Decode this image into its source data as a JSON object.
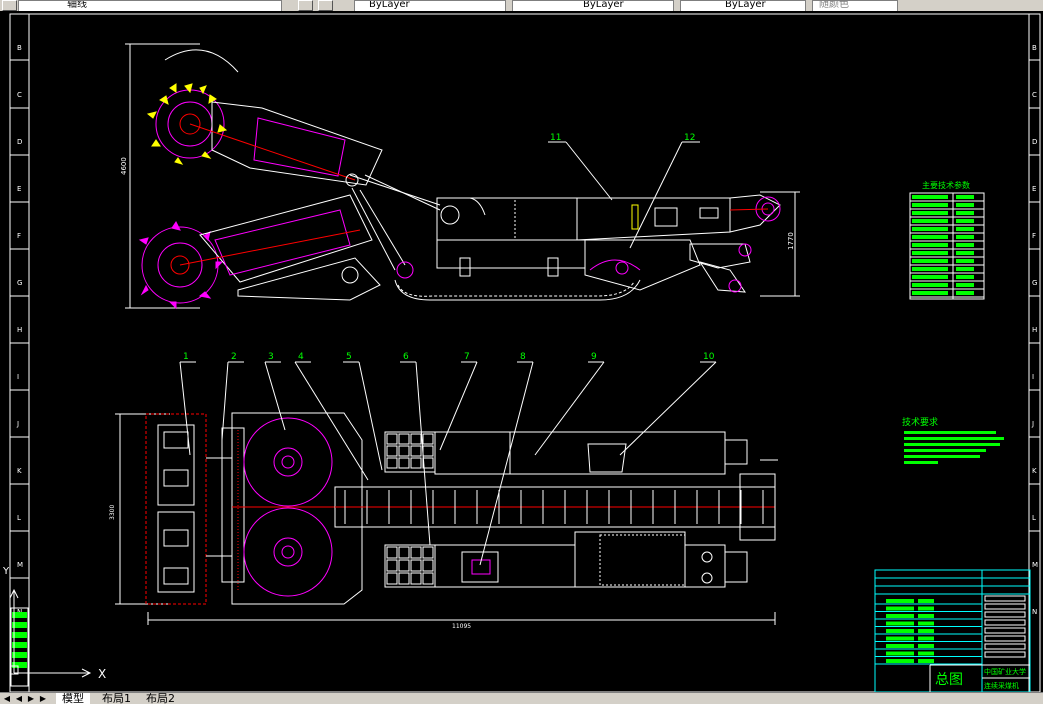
{
  "toolbar": {
    "layer_name": "轴线",
    "color_value": "ByLayer",
    "linetype_value": "ByLayer",
    "lineweight_value": "ByLayer",
    "plotstyle_value": "随颜色"
  },
  "drawing": {
    "dimensions": {
      "height_side": "4600",
      "height_right": "1770",
      "width_plan": "3300",
      "length_plan": "11095"
    },
    "part_labels_top": [
      "11",
      "12"
    ],
    "part_labels_bottom": [
      "1",
      "2",
      "3",
      "4",
      "5",
      "6",
      "7",
      "8",
      "9",
      "10"
    ],
    "tech_params_title": "主要技术参数",
    "tech_requirements_title": "技术要求",
    "title_block": {
      "drawing_name": "总图",
      "school": "中国矿业大学",
      "project": "连续采煤机"
    }
  },
  "frame": {
    "row_letters": [
      "B",
      "C",
      "D",
      "E",
      "F",
      "G",
      "H",
      "I",
      "J",
      "K",
      "L",
      "M",
      "N"
    ]
  },
  "ucs": {
    "x_label": "X",
    "y_label": "Y"
  },
  "tabs": [
    "模型",
    "布局1",
    "布局2"
  ],
  "colors": {
    "bg": "#000000",
    "line_white": "#ffffff",
    "magenta": "#ff00ff",
    "green": "#00ff00",
    "cyan": "#00ffff",
    "red": "#ff0000",
    "yellow": "#ffff00"
  }
}
